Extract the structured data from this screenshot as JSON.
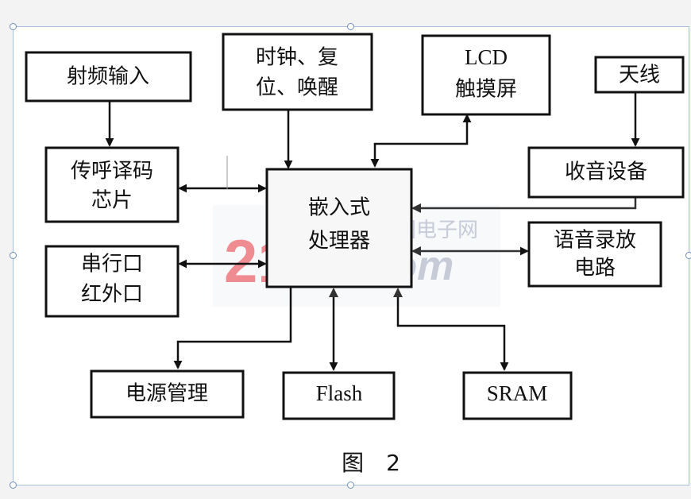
{
  "diagram": {
    "nodes": {
      "rf_input": {
        "lines": [
          "射频输入"
        ]
      },
      "clock": {
        "lines": [
          "时钟、复",
          "位、唤醒"
        ]
      },
      "lcd": {
        "lines": [
          "LCD",
          "触摸屏"
        ]
      },
      "antenna": {
        "lines": [
          "天线"
        ]
      },
      "pager": {
        "lines": [
          "传呼译码",
          "芯片"
        ]
      },
      "processor": {
        "lines": [
          "嵌入式",
          "处理器"
        ]
      },
      "radio": {
        "lines": [
          "收音设备"
        ]
      },
      "serial": {
        "lines": [
          "串行口",
          "红外口"
        ]
      },
      "voice": {
        "lines": [
          "语音录放",
          "电路"
        ]
      },
      "power": {
        "lines": [
          "电源管理"
        ]
      },
      "flash": {
        "lines": [
          "Flash"
        ]
      },
      "sram": {
        "lines": [
          "SRAM"
        ]
      }
    },
    "watermark": {
      "logo": "21IC",
      "domain": ".com",
      "site_name": "中国电子网"
    },
    "caption": "图　2"
  },
  "colors": {
    "frame_border": "#a9c0e0",
    "handle": "#6f8fb8",
    "watermark_red": "#e3303a",
    "watermark_gray": "#9aa0b8"
  }
}
